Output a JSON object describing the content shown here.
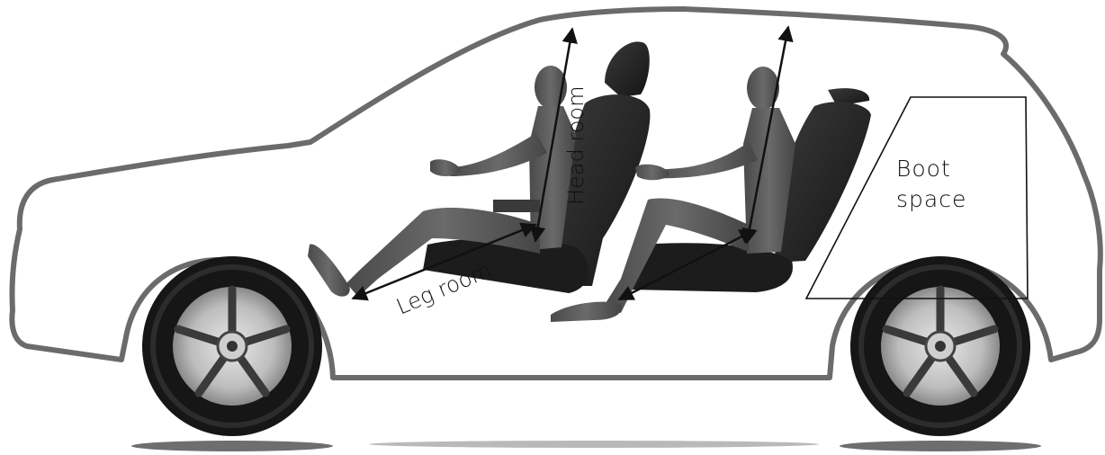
{
  "labels": {
    "head_room": "Head room",
    "leg_room": "Leg room",
    "boot_space_line1": "Boot",
    "boot_space_line2": "space"
  },
  "colors": {
    "outline": "#6b6b6b",
    "figure": "#5a5a5a",
    "seat": "#2a2a2a",
    "tyre": "#161616",
    "rim": "#c8c8c8",
    "arrow": "#111111",
    "ground_shadow": "#5a5a5a"
  }
}
